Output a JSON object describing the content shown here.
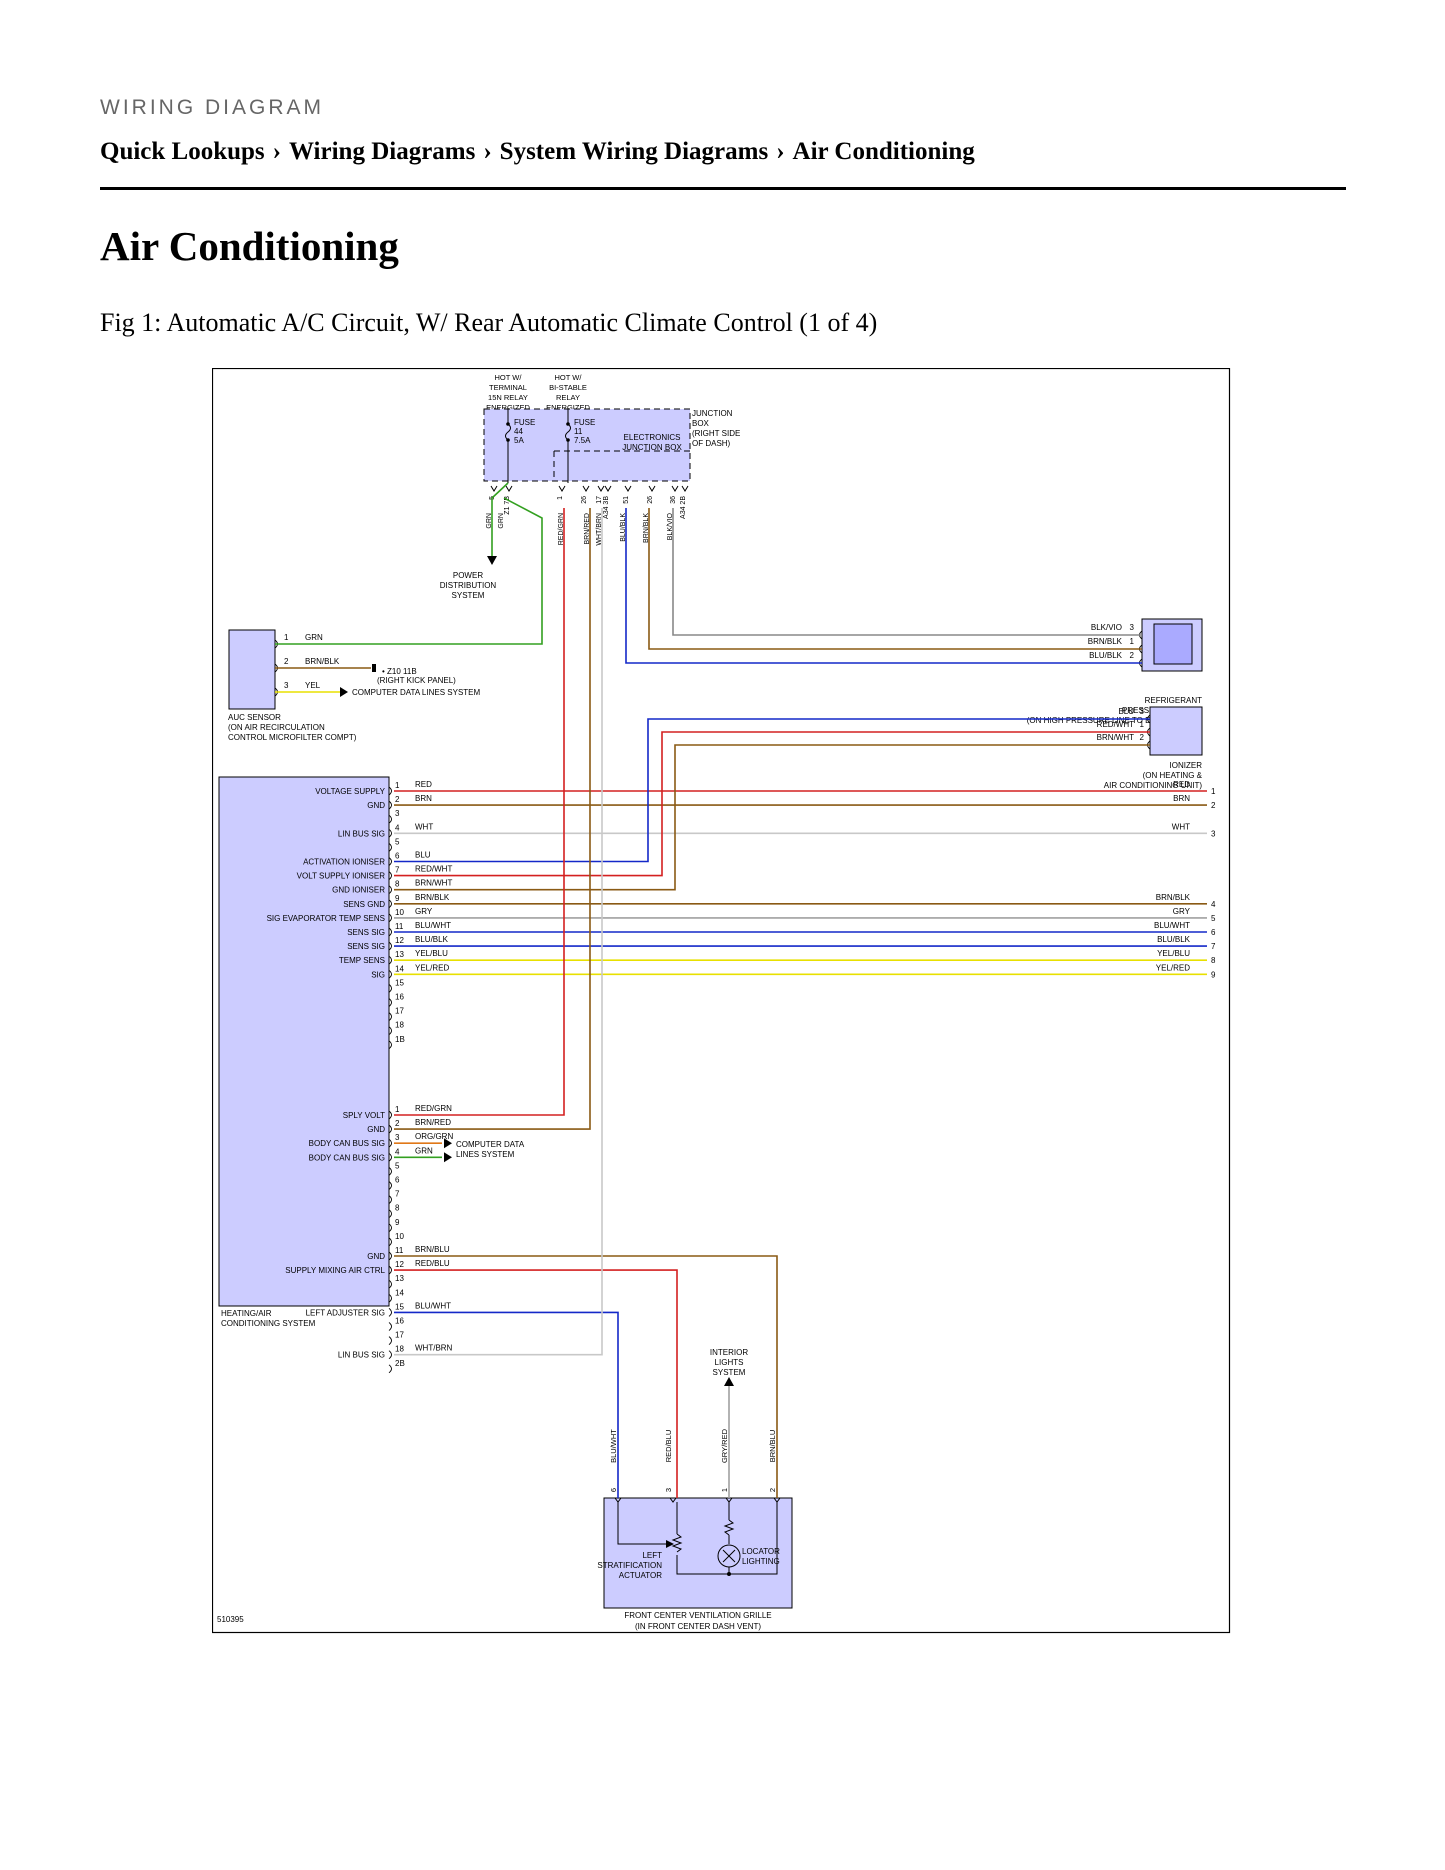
{
  "header": {
    "kicker": "WIRING DIAGRAM",
    "breadcrumb": [
      "Quick Lookups",
      "Wiring Diagrams",
      "System Wiring Diagrams",
      "Air Conditioning"
    ],
    "separator": "›"
  },
  "page": {
    "title": "Air Conditioning",
    "figure_caption": "Fig 1: Automatic A/C Circuit, W/ Rear Automatic Climate Control (1 of 4)"
  },
  "diagram": {
    "figure_id": "510395",
    "supply_labels": [
      [
        "HOT W/",
        "TERMINAL",
        "15N RELAY",
        "ENERGIZED"
      ],
      [
        "HOT W/",
        "BI-STABLE",
        "RELAY",
        "ENERGIZED"
      ]
    ],
    "fuse_a": [
      "FUSE",
      "44",
      "5A"
    ],
    "fuse_b": [
      "FUSE",
      "11",
      "7.5A"
    ],
    "junction_box": [
      "JUNCTION",
      "BOX",
      "(RIGHT SIDE",
      "OF DASH)"
    ],
    "electronics_box": [
      "ELECTRONICS",
      "JUNCTION BOX"
    ],
    "power_dist": [
      "POWER",
      "DISTRIBUTION",
      "SYSTEM"
    ],
    "top_pins": [
      "5",
      "Z1 7B",
      "1",
      "26",
      "17",
      "A34 3B",
      "51",
      "26",
      "36",
      "A34 2B"
    ],
    "top_wires": [
      "GRN",
      "GRN",
      "RED/GRN",
      "BRN/RED",
      "WHT/BRN",
      "BLU/BLK",
      "BRN/BLK",
      "BLK/VIO"
    ],
    "auc_sensor": {
      "label": [
        "AUC SENSOR",
        "(ON AIR RECIRCULATION",
        "CONTROL MICROFILTER COMPT)"
      ],
      "pins": [
        {
          "pin": "1",
          "wire": "GRN"
        },
        {
          "pin": "2",
          "wire": "BRN/BLK"
        },
        {
          "pin": "3",
          "wire": "YEL"
        }
      ],
      "ground": [
        "Z10 11B",
        "(RIGHT KICK PANEL)"
      ],
      "data_lines": "COMPUTER DATA LINES SYSTEM"
    },
    "refrigerant_sensor": {
      "label": [
        "REFRIGERANT",
        "PRESSURE SENSOR",
        "(ON HIGH PRESSURE LINE TO EVAPORATOR)"
      ],
      "pins": [
        {
          "pin": "3",
          "wire": "BLK/VIO"
        },
        {
          "pin": "1",
          "wire": "BRN/BLK"
        },
        {
          "pin": "2",
          "wire": "BLU/BLK"
        }
      ]
    },
    "ionizer": {
      "label": [
        "IONIZER",
        "(ON HEATING &",
        "AIR CONDITIONING UNIT)"
      ],
      "pins": [
        {
          "pin": "3",
          "wire": "BLU"
        },
        {
          "pin": "1",
          "wire": "RED/WHT"
        },
        {
          "pin": "2",
          "wire": "BRN/WHT"
        }
      ]
    },
    "hvac": {
      "label": [
        "HEATING/AIR",
        "CONDITIONING SYSTEM"
      ],
      "c1_rows": [
        {
          "pin": "1",
          "func": "VOLTAGE SUPPLY",
          "wire": "RED"
        },
        {
          "pin": "2",
          "func": "GND",
          "wire": "BRN"
        },
        {
          "pin": "3",
          "func": "",
          "wire": ""
        },
        {
          "pin": "4",
          "func": "LIN BUS SIG",
          "wire": "WHT"
        },
        {
          "pin": "5",
          "func": "",
          "wire": ""
        },
        {
          "pin": "6",
          "func": "ACTIVATION IONISER",
          "wire": "BLU"
        },
        {
          "pin": "7",
          "func": "VOLT SUPPLY IONISER",
          "wire": "RED/WHT"
        },
        {
          "pin": "8",
          "func": "GND IONISER",
          "wire": "BRN/WHT"
        },
        {
          "pin": "9",
          "func": "SENS GND",
          "wire": "BRN/BLK"
        },
        {
          "pin": "10",
          "func": "SIG EVAPORATOR TEMP SENS",
          "wire": "GRY"
        },
        {
          "pin": "11",
          "func": "SENS SIG",
          "wire": "BLU/WHT"
        },
        {
          "pin": "12",
          "func": "SENS SIG",
          "wire": "BLU/BLK"
        },
        {
          "pin": "13",
          "func": "TEMP SENS",
          "wire": "YEL/BLU"
        },
        {
          "pin": "14",
          "func": "SIG",
          "wire": "YEL/RED"
        },
        {
          "pin": "15",
          "func": "",
          "wire": ""
        },
        {
          "pin": "16",
          "func": "",
          "wire": ""
        },
        {
          "pin": "17",
          "func": "",
          "wire": ""
        },
        {
          "pin": "18",
          "func": "",
          "wire": ""
        },
        {
          "pin": "1B",
          "func": "",
          "wire": ""
        }
      ],
      "c2_rows": [
        {
          "pin": "1",
          "func": "SPLY VOLT",
          "wire": "RED/GRN"
        },
        {
          "pin": "2",
          "func": "GND",
          "wire": "BRN/RED"
        },
        {
          "pin": "3",
          "func": "BODY CAN BUS SIG",
          "wire": "ORG/GRN"
        },
        {
          "pin": "4",
          "func": "BODY CAN BUS SIG",
          "wire": "GRN"
        },
        {
          "pin": "5",
          "func": "",
          "wire": ""
        },
        {
          "pin": "6",
          "func": "",
          "wire": ""
        },
        {
          "pin": "7",
          "func": "",
          "wire": ""
        },
        {
          "pin": "8",
          "func": "",
          "wire": ""
        },
        {
          "pin": "9",
          "func": "",
          "wire": ""
        },
        {
          "pin": "10",
          "func": "",
          "wire": ""
        },
        {
          "pin": "11",
          "func": "GND",
          "wire": "BRN/BLU"
        },
        {
          "pin": "12",
          "func": "SUPPLY MIXING AIR CTRL",
          "wire": "RED/BLU"
        },
        {
          "pin": "13",
          "func": "",
          "wire": ""
        },
        {
          "pin": "14",
          "func": "",
          "wire": ""
        },
        {
          "pin": "15",
          "func": "LEFT ADJUSTER SIG",
          "wire": "BLU/WHT"
        },
        {
          "pin": "16",
          "func": "",
          "wire": ""
        },
        {
          "pin": "17",
          "func": "",
          "wire": ""
        },
        {
          "pin": "18",
          "func": "LIN BUS SIG",
          "wire": "WHT/BRN"
        },
        {
          "pin": "2B",
          "func": "",
          "wire": ""
        }
      ],
      "can_data_lines": [
        "COMPUTER DATA",
        "LINES SYSTEM"
      ]
    },
    "right_exits": [
      {
        "wire": "RED",
        "num": "1"
      },
      {
        "wire": "BRN",
        "num": "2"
      },
      {
        "wire": "WHT",
        "num": "3"
      },
      {
        "wire": "BRN/BLK",
        "num": "4"
      },
      {
        "wire": "GRY",
        "num": "5"
      },
      {
        "wire": "BLU/WHT",
        "num": "6"
      },
      {
        "wire": "BLU/BLK",
        "num": "7"
      },
      {
        "wire": "YEL/BLU",
        "num": "8"
      },
      {
        "wire": "YEL/RED",
        "num": "9"
      }
    ],
    "interior_lights": [
      "INTERIOR",
      "LIGHTS",
      "SYSTEM"
    ],
    "grille": {
      "label": [
        "FRONT CENTER VENTILATION GRILLE",
        "(IN FRONT CENTER DASH VENT)"
      ],
      "wires": [
        {
          "wire": "BLU/WHT",
          "pin": "6"
        },
        {
          "wire": "RED/BLU",
          "pin": "3"
        },
        {
          "wire": "GRY/RED",
          "pin": "1"
        },
        {
          "wire": "BRN/BLU",
          "pin": "2"
        }
      ],
      "actuator": [
        "LEFT",
        "STRATIFICATION",
        "ACTUATOR"
      ],
      "locator": [
        "LOCATOR",
        "LIGHTING"
      ]
    },
    "colors": {
      "component_fill": "#ccccff",
      "GRN": "#33a020",
      "RED": "#d42020",
      "BRN": "#8a5a14",
      "WHT": "#c8c8c8",
      "BLU": "#1428c8",
      "VIO": "#a020b0",
      "YEL": "#e8e000",
      "GRY": "#a0a0a0",
      "ORG": "#e07818"
    }
  }
}
